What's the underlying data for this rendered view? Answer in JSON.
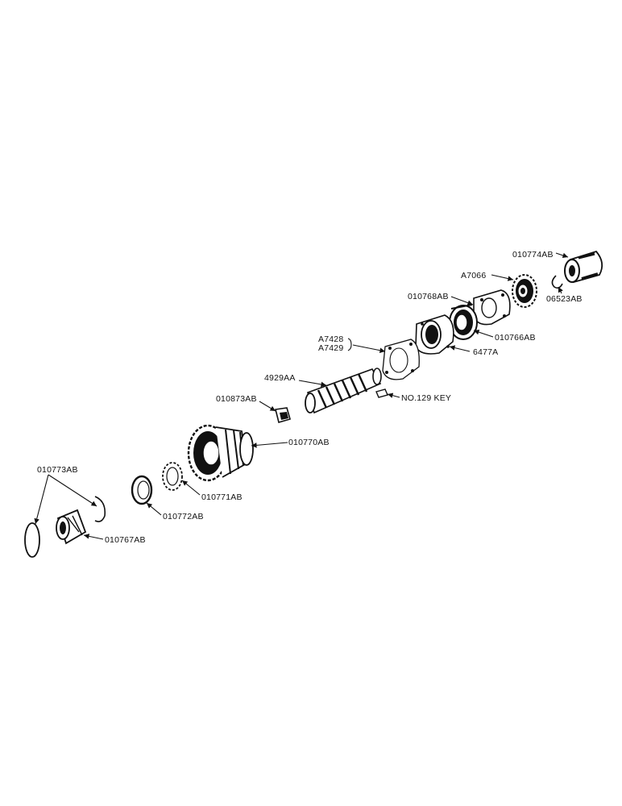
{
  "parts": {
    "p010774AB": "010774AB",
    "p06523AB": "06523AB",
    "pA7066": "A7066",
    "p010768AB": "010768AB",
    "p010766AB": "010766AB",
    "pA7428": "A7428",
    "pA7429": "A7429",
    "p6477A": "6477A",
    "p4929AA": "4929AA",
    "pNo129Key": "NO.129 KEY",
    "p010873AB": "010873AB",
    "p010770AB": "010770AB",
    "p010773AB": "010773AB",
    "p010771AB": "010771AB",
    "p010772AB": "010772AB",
    "p010767AB": "010767AB"
  }
}
